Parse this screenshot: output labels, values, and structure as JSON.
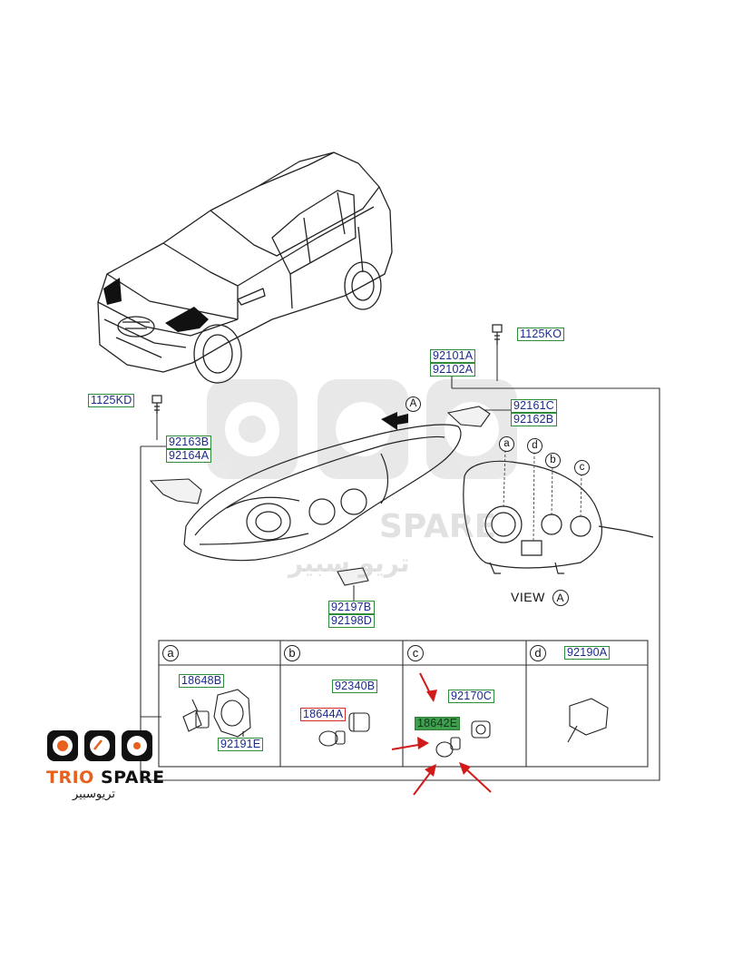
{
  "labels": {
    "p1125ko": "1125KO",
    "p1125kd": "1125KD",
    "p92101a": "92101A",
    "p92102a": "92102A",
    "p92161c": "92161C",
    "p92162b": "92162B",
    "p92163b": "92163B",
    "p92164a": "92164A",
    "p92197b": "92197B",
    "p92198d": "92198D",
    "p18648b": "18648B",
    "p92191e": "92191E",
    "p92340b": "92340B",
    "p18644a": "18644A",
    "p92170c": "92170C",
    "p18642e": "18642E",
    "p92190a": "92190A"
  },
  "callouts": {
    "view_arrow": "A",
    "a": "a",
    "b": "b",
    "c": "c",
    "d": "d"
  },
  "view_label": {
    "text": "VIEW",
    "letter": "A"
  },
  "cells": [
    "a",
    "b",
    "c",
    "d"
  ],
  "watermark": {
    "latin": "SPARE",
    "arabic": "تريو سبير"
  },
  "logo": {
    "brand_trio": "TRIO",
    "brand_spare": "SPARE",
    "arabic": "تريوسبير",
    "accent_color": "#e8611c",
    "dark_color": "#111111"
  },
  "colors": {
    "label_border": "#2e8b3a",
    "label_text": "#1a2a8a",
    "highlight_fill": "#3e9e4e",
    "warning_border": "#d12a2a",
    "arrow_red": "#d11a1a"
  }
}
